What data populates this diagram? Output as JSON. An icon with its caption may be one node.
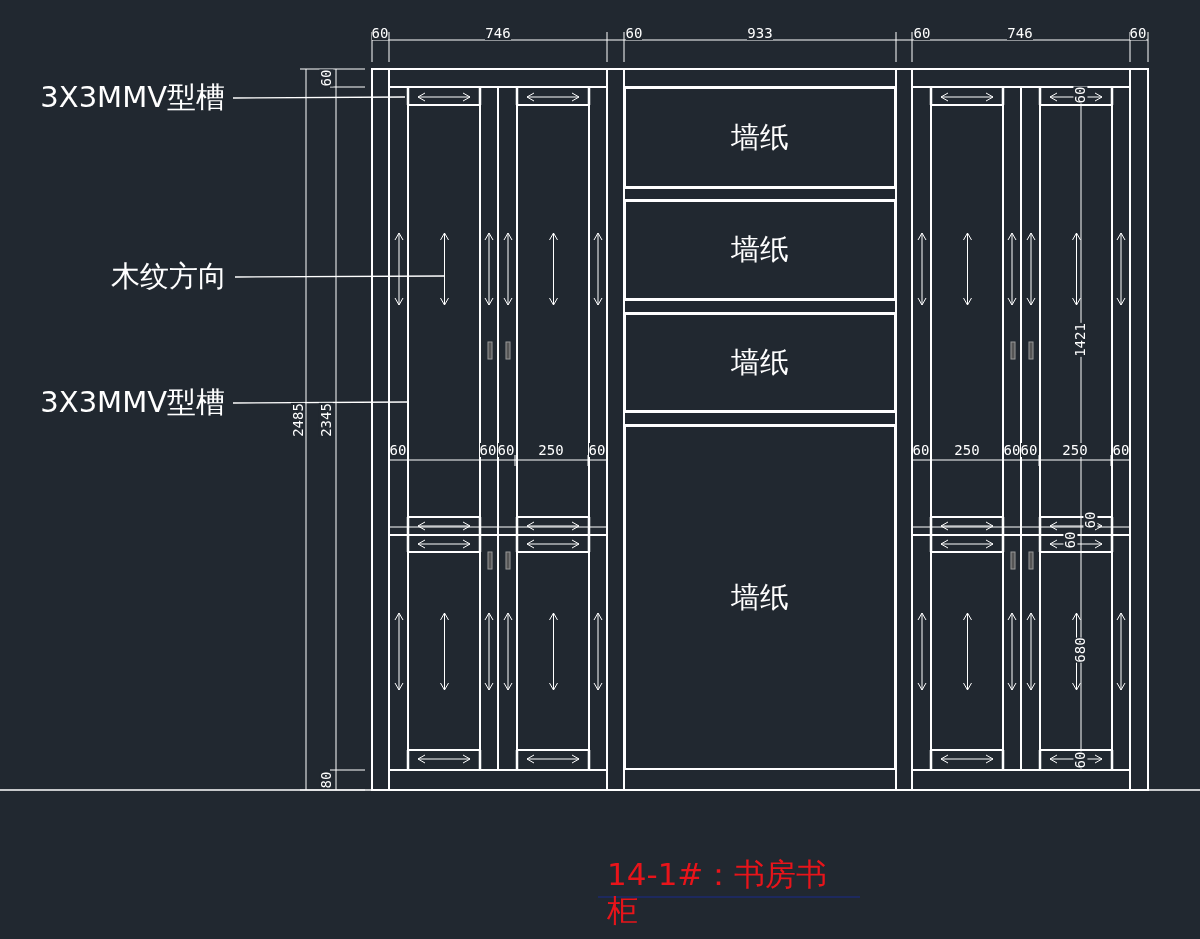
{
  "diagram": {
    "caption": "14-1#：书房书柜",
    "nodes": [
      {
        "text": [
          "3X3MMV型槽"
        ]
      },
      {
        "text": [
          "木纹方向"
        ]
      },
      {
        "text": [
          "3X3MMV型槽"
        ]
      },
      {
        "text": [
          "墙纸"
        ]
      },
      {
        "text": [
          "墙纸"
        ]
      },
      {
        "text": [
          "墙纸"
        ]
      },
      {
        "text": [
          "墙纸"
        ]
      }
    ],
    "edges": [
      {
        "from": 0,
        "to": null,
        "arrow": "none"
      },
      {
        "from": 1,
        "to": null,
        "arrow": "none"
      },
      {
        "from": 2,
        "to": null,
        "arrow": "none"
      }
    ],
    "labels": [
      "60",
      "746",
      "60",
      "933",
      "60",
      "746",
      "60",
      "60",
      "60",
      "1421",
      "2485",
      "2345",
      "60",
      "60",
      "60",
      "250",
      "60",
      "60",
      "250",
      "60",
      "60",
      "250",
      "60",
      "60",
      "60",
      "680",
      "60",
      "80"
    ]
  }
}
